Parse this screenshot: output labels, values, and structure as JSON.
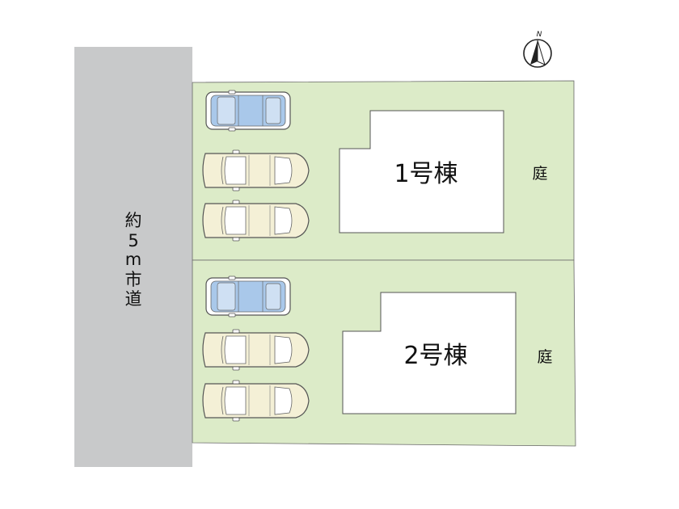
{
  "road": {
    "label_chars": [
      "約",
      "5",
      "m",
      "市",
      "道"
    ]
  },
  "lots": [
    {
      "building_label": "1号棟",
      "garden_label": "庭"
    },
    {
      "building_label": "2号棟",
      "garden_label": "庭"
    }
  ],
  "compass": {
    "north_label": "N"
  },
  "colors": {
    "road": "#c8c9ca",
    "lot": "#dcebc8",
    "building": "#ffffff",
    "outline": "#555555",
    "car_compact": "#a9c8ea",
    "car_sedan": "#f4f0d6"
  },
  "parking": {
    "lot1": [
      "compact",
      "sedan",
      "sedan"
    ],
    "lot2": [
      "compact",
      "sedan",
      "sedan"
    ]
  }
}
